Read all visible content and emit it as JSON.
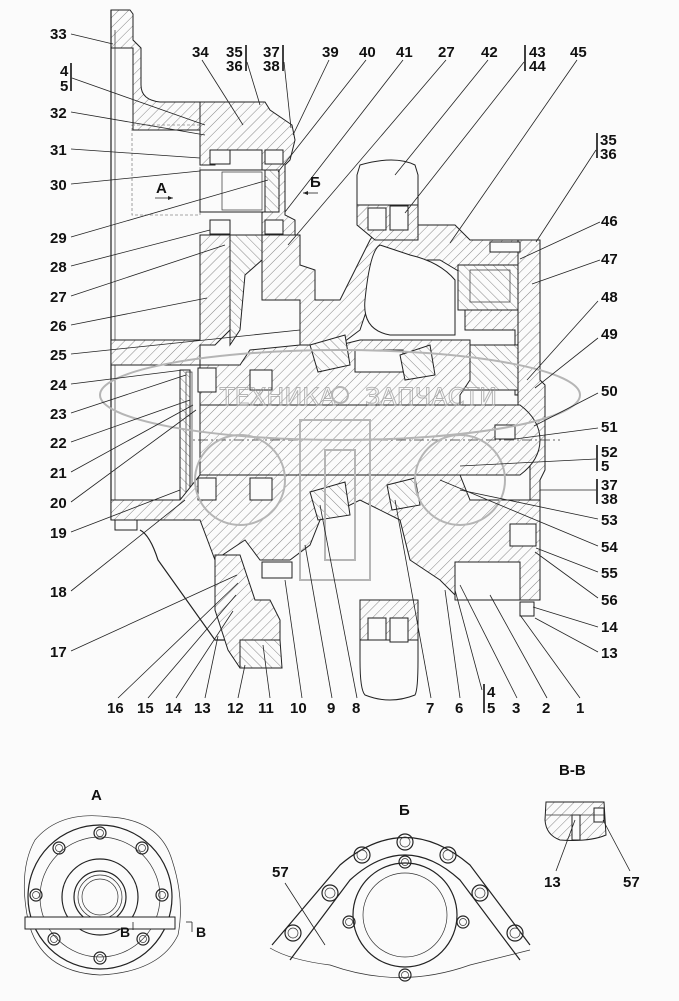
{
  "drawing": {
    "title": "Final drive cross-section with detail views",
    "watermark": {
      "left": "ТЕХНИКА",
      "right": "ЗАПЧАСТИ",
      "icon": "gear-icon"
    },
    "section_markers": {
      "view_a_arrow": "А",
      "view_b_arrow": "Б"
    },
    "callouts_left": [
      "33",
      "4",
      "5",
      "32",
      "31",
      "30",
      "29",
      "28",
      "27",
      "26",
      "25",
      "24",
      "23",
      "22",
      "21",
      "20",
      "19",
      "18",
      "17"
    ],
    "callouts_top": [
      "34",
      "35",
      "36",
      "37",
      "38",
      "39",
      "40",
      "41",
      "27",
      "42",
      "43",
      "44",
      "45"
    ],
    "callouts_right": [
      "35",
      "36",
      "46",
      "47",
      "48",
      "49",
      "50",
      "51",
      "52",
      "5",
      "37",
      "38",
      "53",
      "54",
      "55",
      "56",
      "14",
      "13"
    ],
    "callouts_bottom": [
      "16",
      "15",
      "14",
      "13",
      "12",
      "11",
      "10",
      "9",
      "8",
      "7",
      "6",
      "4",
      "5",
      "3",
      "2",
      "1"
    ]
  },
  "views": {
    "view_a": {
      "title": "А",
      "section_mark_left": "В",
      "section_mark_right": "В"
    },
    "view_b": {
      "title": "Б",
      "callout": "57"
    },
    "view_vv": {
      "title": "В-В",
      "callouts": [
        "13",
        "57"
      ]
    }
  }
}
